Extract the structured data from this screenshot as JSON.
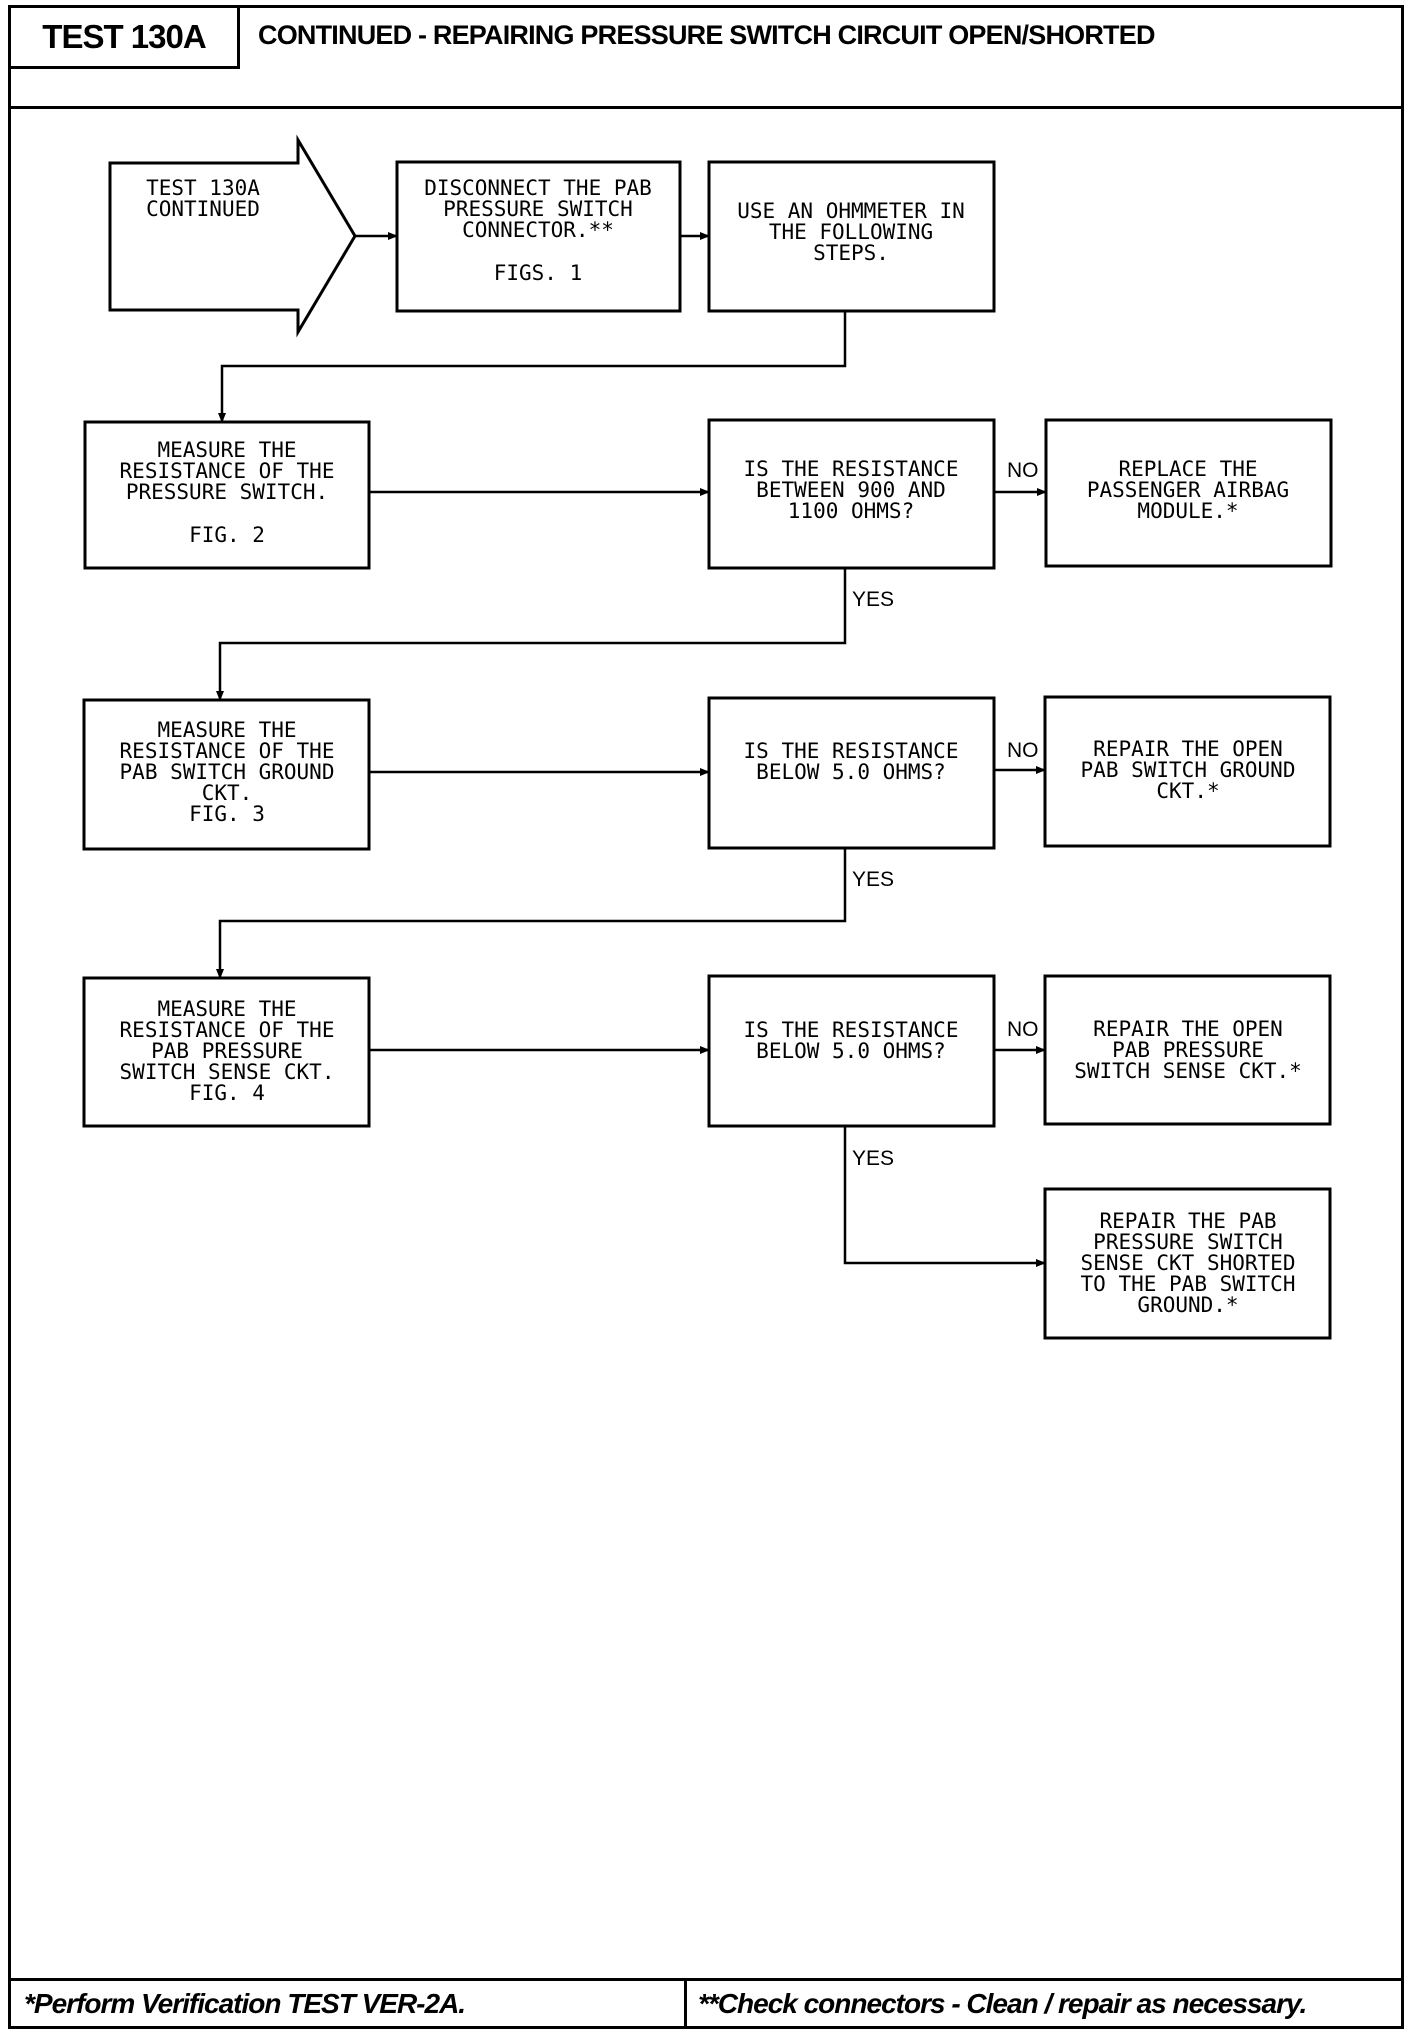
{
  "header": {
    "test_label": "TEST 130A",
    "title": "CONTINUED - REPAIRING PRESSURE SWITCH CIRCUIT OPEN/SHORTED"
  },
  "flowchart": {
    "start": [
      "TEST 130A",
      "CONTINUED"
    ],
    "disconnect": [
      "DISCONNECT THE PAB",
      "PRESSURE SWITCH",
      "CONNECTOR.**",
      "FIGS. 1"
    ],
    "ohmmeter": [
      "USE AN OHMMETER IN",
      "THE FOLLOWING",
      "STEPS."
    ],
    "measure_switch": [
      "MEASURE THE",
      "RESISTANCE OF THE",
      "PRESSURE SWITCH.",
      "FIG. 2"
    ],
    "q1": [
      "IS THE RESISTANCE",
      "BETWEEN 900 AND",
      "1100 OHMS?"
    ],
    "replace_module": [
      "REPLACE THE",
      "PASSENGER AIRBAG",
      "MODULE.*"
    ],
    "measure_ground": [
      "MEASURE THE",
      "RESISTANCE OF THE",
      "PAB SWITCH GROUND",
      "CKT.",
      "FIG. 3"
    ],
    "q2": [
      "IS THE RESISTANCE",
      "BELOW 5.0 OHMS?"
    ],
    "repair_ground": [
      "REPAIR THE OPEN",
      "PAB SWITCH GROUND",
      "CKT.*"
    ],
    "measure_sense": [
      "MEASURE THE",
      "RESISTANCE OF THE",
      "PAB PRESSURE",
      "SWITCH SENSE CKT.",
      "FIG. 4"
    ],
    "q3": [
      "IS THE RESISTANCE",
      "BELOW 5.0 OHMS?"
    ],
    "repair_sense": [
      "REPAIR THE OPEN",
      "PAB PRESSURE",
      "SWITCH SENSE CKT.*"
    ],
    "repair_shorted": [
      "REPAIR THE PAB",
      "PRESSURE SWITCH",
      "SENSE CKT SHORTED",
      "TO THE PAB SWITCH",
      "GROUND.*"
    ],
    "no_label": "NO",
    "yes_label": "YES"
  },
  "footer": {
    "note_1": "*Perform Verification TEST VER-2A.",
    "note_2": "**Check connectors - Clean / repair as necessary."
  }
}
